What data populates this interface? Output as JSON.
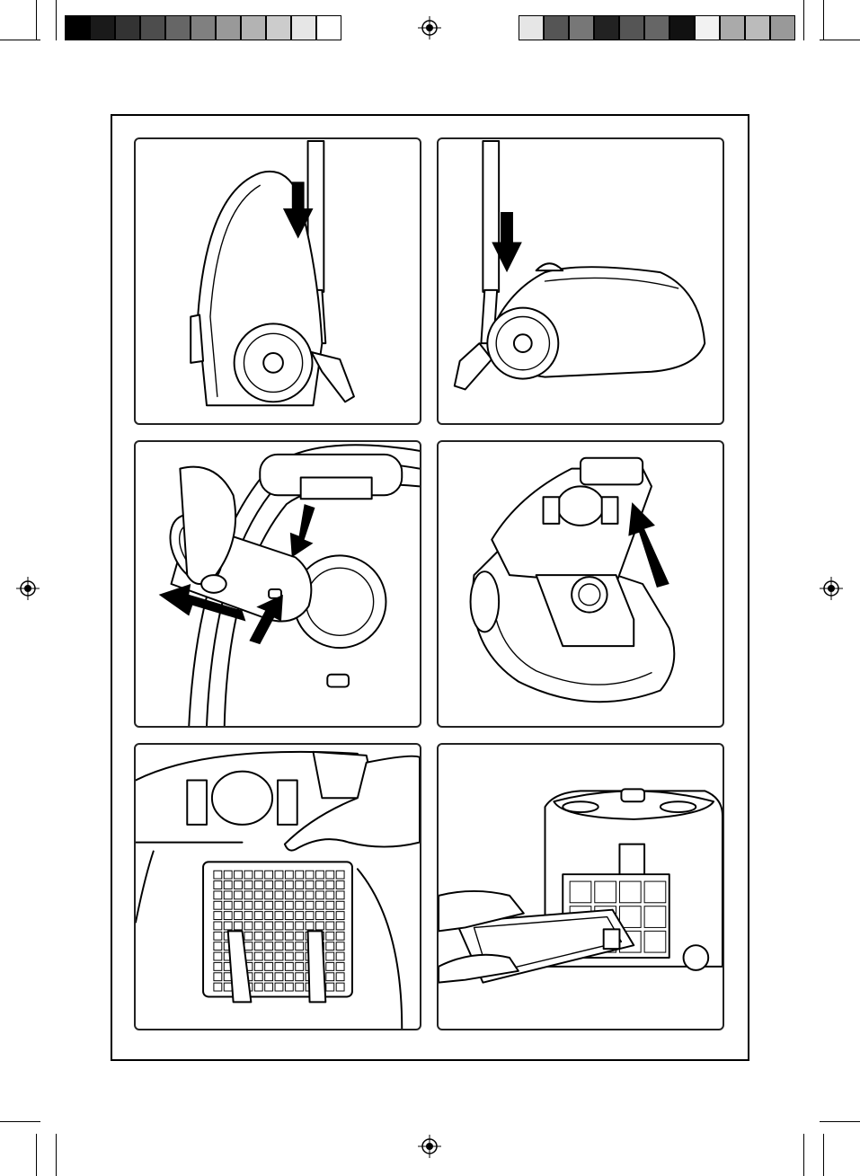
{
  "print_marks": {
    "swatches_left": [
      "#000000",
      "#1a1a1a",
      "#333333",
      "#4d4d4d",
      "#666666",
      "#808080",
      "#999999",
      "#b3b3b3",
      "#cccccc",
      "#e6e6e6",
      "#ffffff"
    ],
    "swatches_right": [
      "#e6e6e6",
      "#555555",
      "#777777",
      "#222222",
      "#555555",
      "#666666",
      "#111111",
      "#f2f2f2",
      "#aaaaaa",
      "#bbbbbb",
      "#999999"
    ]
  },
  "panels": [
    {
      "id": "upright-storage",
      "icon": "vacuum-upright-icon"
    },
    {
      "id": "horizontal-parking",
      "icon": "vacuum-horizontal-icon"
    },
    {
      "id": "hose-removal",
      "icon": "hose-release-icon"
    },
    {
      "id": "lid-open",
      "icon": "lid-open-icon"
    },
    {
      "id": "motor-filter",
      "icon": "filter-grid-icon"
    },
    {
      "id": "exhaust-filter",
      "icon": "exhaust-filter-icon"
    }
  ]
}
